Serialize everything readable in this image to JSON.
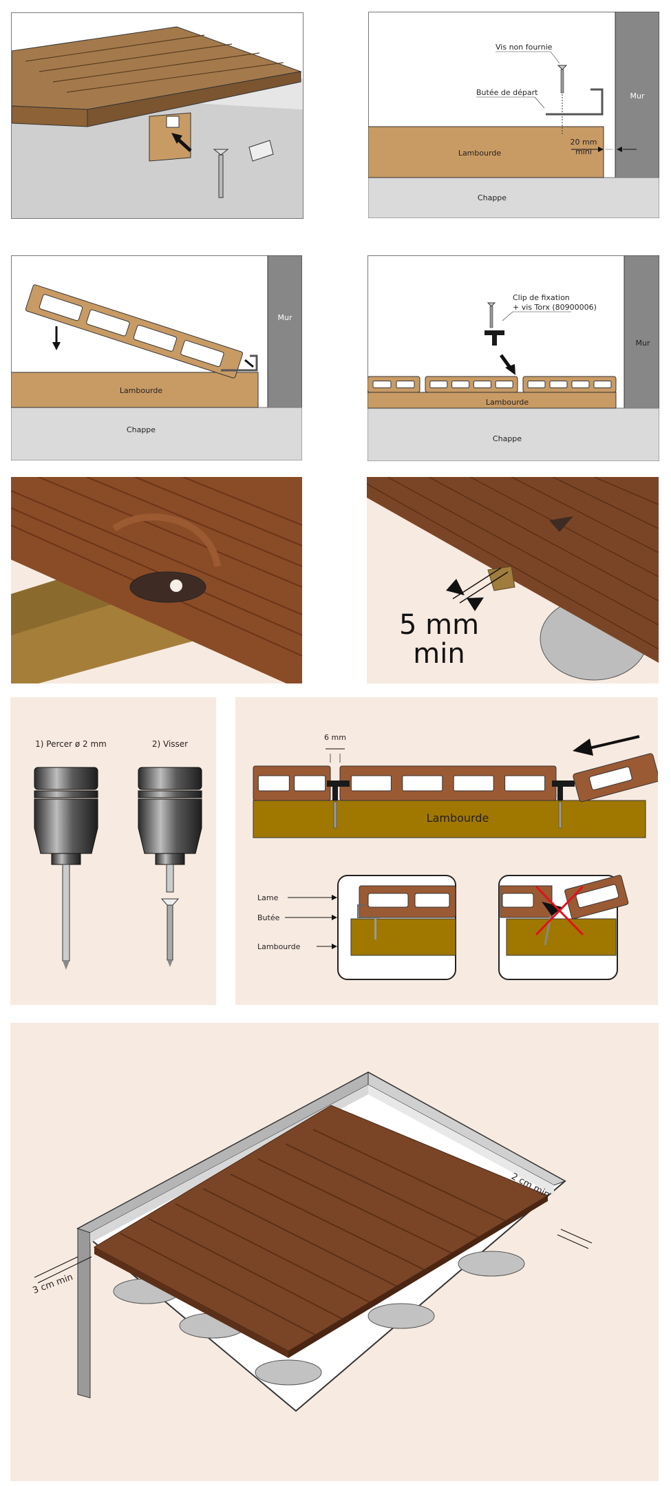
{
  "colors": {
    "wall": "#878787",
    "chappe": "#dadada",
    "lambourde": "#c89b65",
    "board": "#a06b3f",
    "deck": "#7a4526",
    "pink": "#f7eae0",
    "joist": "#a07800",
    "cross": "#e3101b"
  },
  "panel_start_stop": {
    "screw_label": "Vis non fournie",
    "stop_label": "Butée de départ",
    "joist_label": "Lambourde",
    "gap_value": "20 mm",
    "gap_suffix": "mini",
    "wall_label": "Mur",
    "screed_label": "Chappe"
  },
  "panel_first_board": {
    "joist_label": "Lambourde",
    "wall_label": "Mur",
    "screed_label": "Chappe"
  },
  "panel_clip": {
    "clip_line1": "Clip de fixation",
    "clip_line2": "+ vis Torx (80900006)",
    "joist_label": "Lambourde",
    "wall_label": "Mur",
    "screed_label": "Chappe"
  },
  "panel_gap": {
    "gap_value": "5 mm",
    "gap_suffix": "min"
  },
  "panel_drill": {
    "step1": "1) Percer ø 2 mm",
    "step2": "2) Visser"
  },
  "panel_section": {
    "gap_value": "6 mm",
    "joist_label": "Lambourde",
    "legend": [
      "Lame",
      "Butée",
      "Lambourde"
    ]
  },
  "panel_room": {
    "gap_right": "2 cm min",
    "gap_left": "3 cm min"
  }
}
